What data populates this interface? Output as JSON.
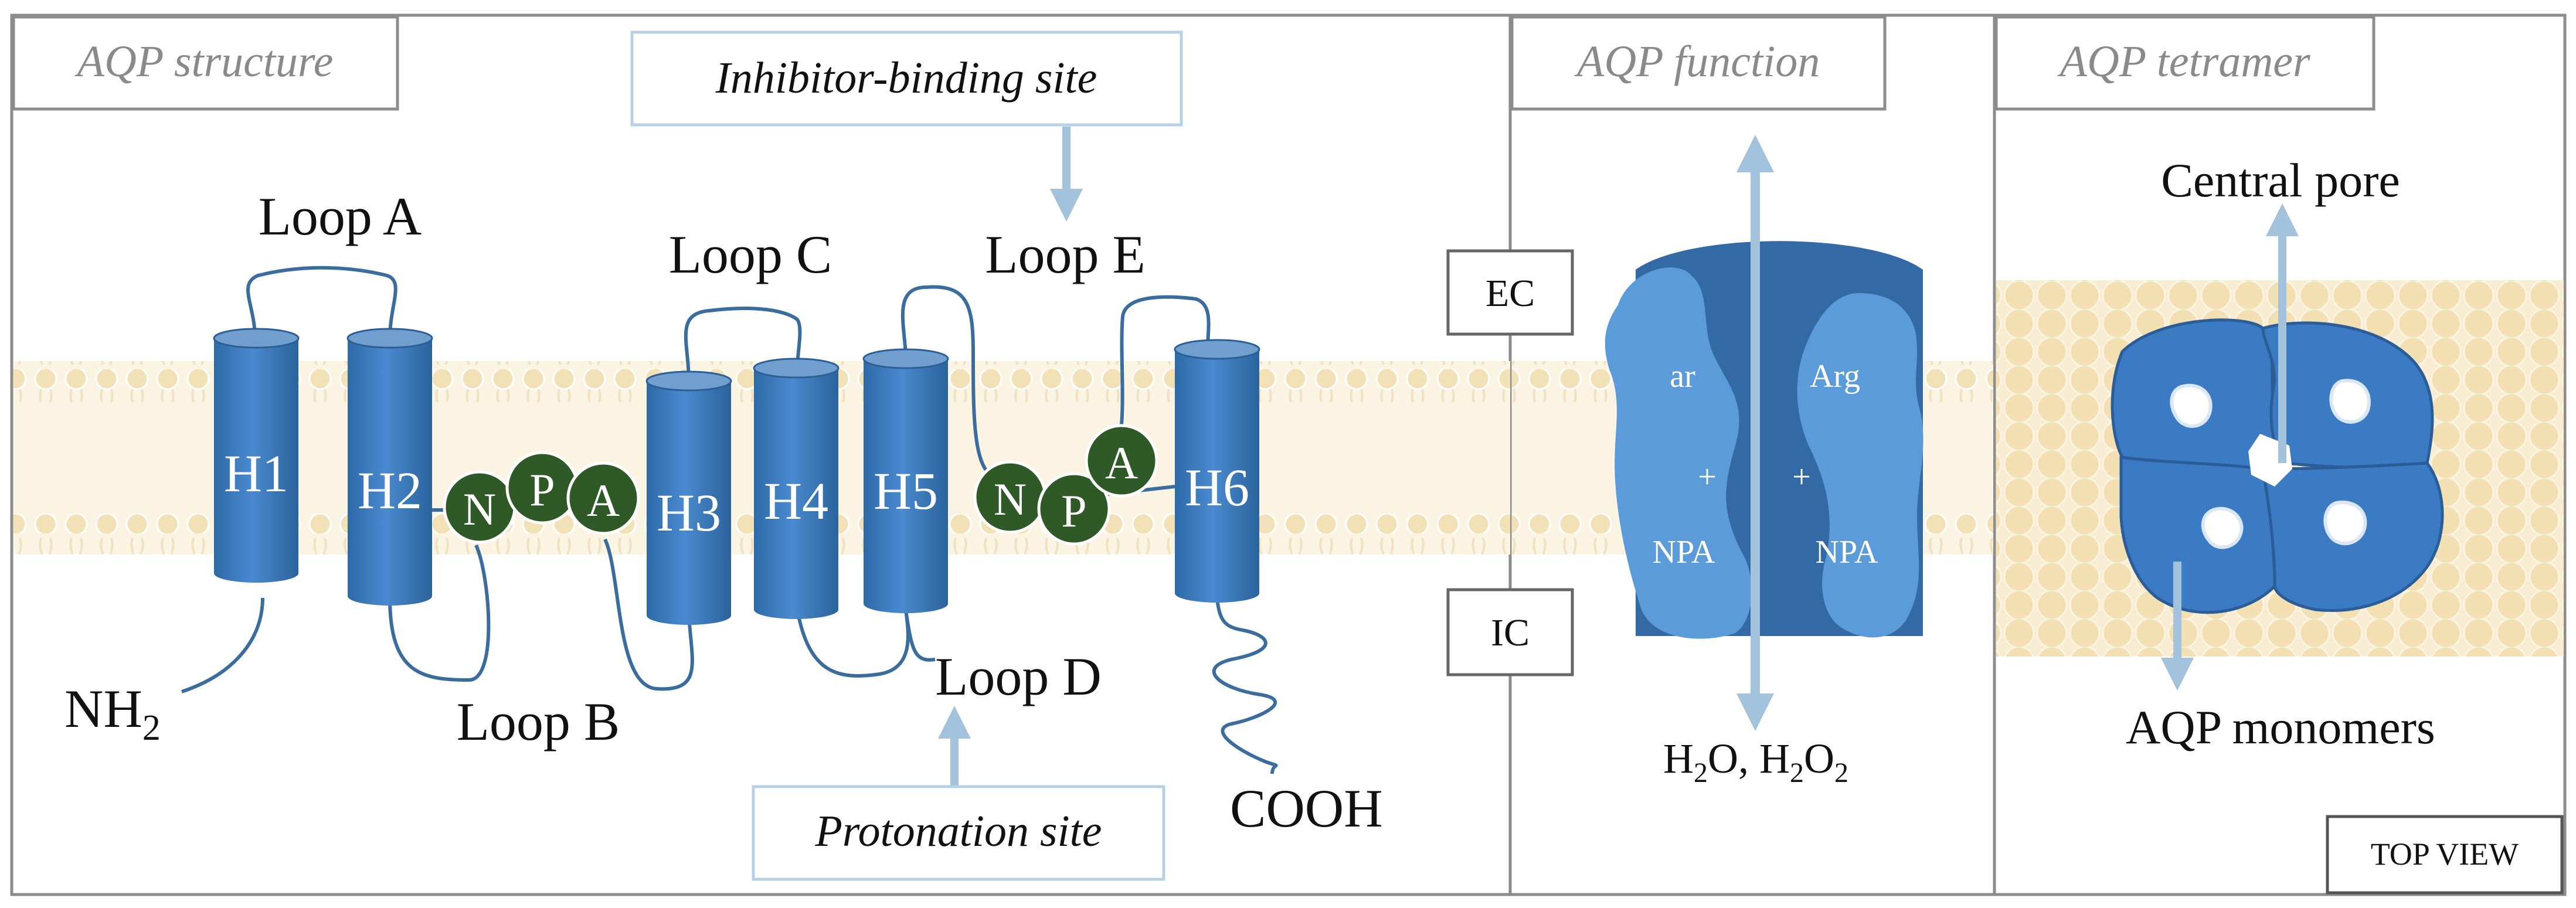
{
  "panels": {
    "structure": {
      "title": "AQP structure",
      "inhibitor_label": "Inhibitor-binding site",
      "protonation_label": "Protonation site",
      "helices": [
        "H1",
        "H2",
        "H3",
        "H4",
        "H5",
        "H6"
      ],
      "loops": {
        "a": "Loop A",
        "b": "Loop B",
        "c": "Loop C",
        "d": "Loop D",
        "e": "Loop E"
      },
      "npa_motif_1": [
        "N",
        "P",
        "A"
      ],
      "npa_motif_2": [
        "N",
        "P",
        "A"
      ],
      "n_terminus": "NH",
      "n_terminus_sub": "2",
      "c_terminus": "COOH"
    },
    "function": {
      "title": "AQP function",
      "ec_label": "EC",
      "ic_label": "IC",
      "left_residue": "ar",
      "right_residue": "Arg",
      "left_charge": "+",
      "right_charge": "+",
      "left_npa": "NPA",
      "right_npa": "NPA",
      "substrate": {
        "h": "H",
        "sub1": "2",
        "o1": "O, H",
        "sub2": "2",
        "o2": "O",
        "sub3": "2"
      }
    },
    "tetramer": {
      "title": "AQP tetramer",
      "pore_label": "Central pore",
      "monomer_label": "AQP monomers",
      "view_label": "TOP VIEW"
    }
  },
  "colors": {
    "membrane": "#f7ecd2",
    "helix": "#3f7ec0",
    "helix_top": "#6f9ecf",
    "npa_circle": "#2f5a27",
    "loop_line": "#3a6c9e",
    "arrow": "#a3c2dc",
    "channel_light": "#5b9bd9",
    "channel_dark": "#336aa5",
    "frame": "#888888"
  }
}
